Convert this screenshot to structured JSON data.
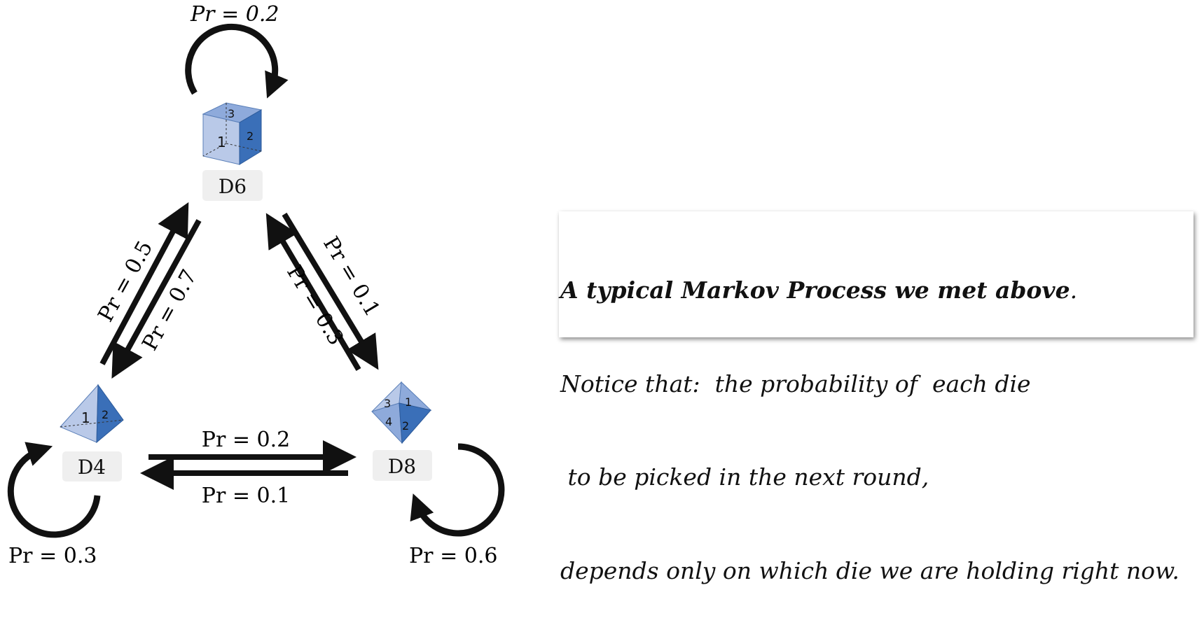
{
  "nodes": {
    "d6": {
      "label": "D6",
      "faces": [
        "3",
        "1",
        "2"
      ]
    },
    "d4": {
      "label": "D4",
      "faces": [
        "1",
        "2"
      ]
    },
    "d8": {
      "label": "D8",
      "faces": [
        "3",
        "1",
        "4",
        "2"
      ]
    }
  },
  "edges": {
    "d6_self": "Pr = 0.2",
    "d4_to_d6": "Pr = 0.5",
    "d6_to_d4": "Pr = 0.7",
    "d6_to_d8": "Pr = 0.1",
    "d8_to_d6": "Pr = 0.3",
    "d4_to_d8": "Pr = 0.2",
    "d8_to_d4": "Pr = 0.1",
    "d4_self": "Pr = 0.3",
    "d8_self": "Pr = 0.6"
  },
  "note": {
    "line1_bold": "A typical Markov Process we met above",
    "line1_end": ".",
    "line2": "Notice that:  the probability of  each die",
    "line3": " to be picked in the next round,",
    "line4": "depends only on which die we are holding right now."
  },
  "colors": {
    "die_light": "#b9c9e8",
    "die_mid": "#8eaadb",
    "die_dark": "#3a6fb8",
    "label_bg": "#efefef"
  }
}
